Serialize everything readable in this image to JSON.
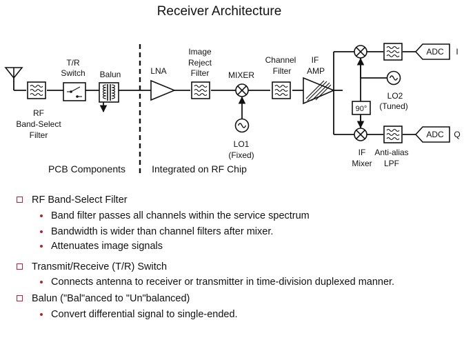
{
  "title": "Receiver Architecture",
  "labels": {
    "tr_switch": [
      "T/R",
      "Switch"
    ],
    "balun": "Balun",
    "rf_filter": [
      "RF",
      "Band-Select",
      "Filter"
    ],
    "lna": "LNA",
    "image_reject": [
      "Image",
      "Reject",
      "Filter"
    ],
    "mixer": "MIXER",
    "lo1": [
      "LO1",
      "(Fixed)"
    ],
    "channel_filter": [
      "Channel",
      "Filter"
    ],
    "if_amp": [
      "IF",
      "AMP"
    ],
    "lo2": [
      "LO2",
      "(Tuned)"
    ],
    "phase": "90°",
    "adc_top": "ADC",
    "adc_bottom": "ADC",
    "i_out": "I",
    "q_out": "Q",
    "if_mixer": [
      "IF",
      "Mixer"
    ],
    "anti_alias": [
      "Anti-alias",
      "LPF"
    ],
    "pcb_section": "PCB Components",
    "chip_section": "Integrated on RF Chip"
  },
  "bullets": [
    {
      "heading": "RF Band-Select Filter",
      "items": [
        "Band filter passes all channels within the service spectrum",
        "Bandwidth is wider than channel filters after mixer.",
        "Attenuates image signals"
      ]
    },
    {
      "heading": "Transmit/Receive (T/R) Switch",
      "items": [
        "Connects antenna to receiver or transmitter in time-division duplexed manner."
      ]
    },
    {
      "heading": "Balun (\"Bal\"anced to \"Un\"balanced)",
      "items": [
        "Convert differential signal to single-ended."
      ]
    }
  ]
}
